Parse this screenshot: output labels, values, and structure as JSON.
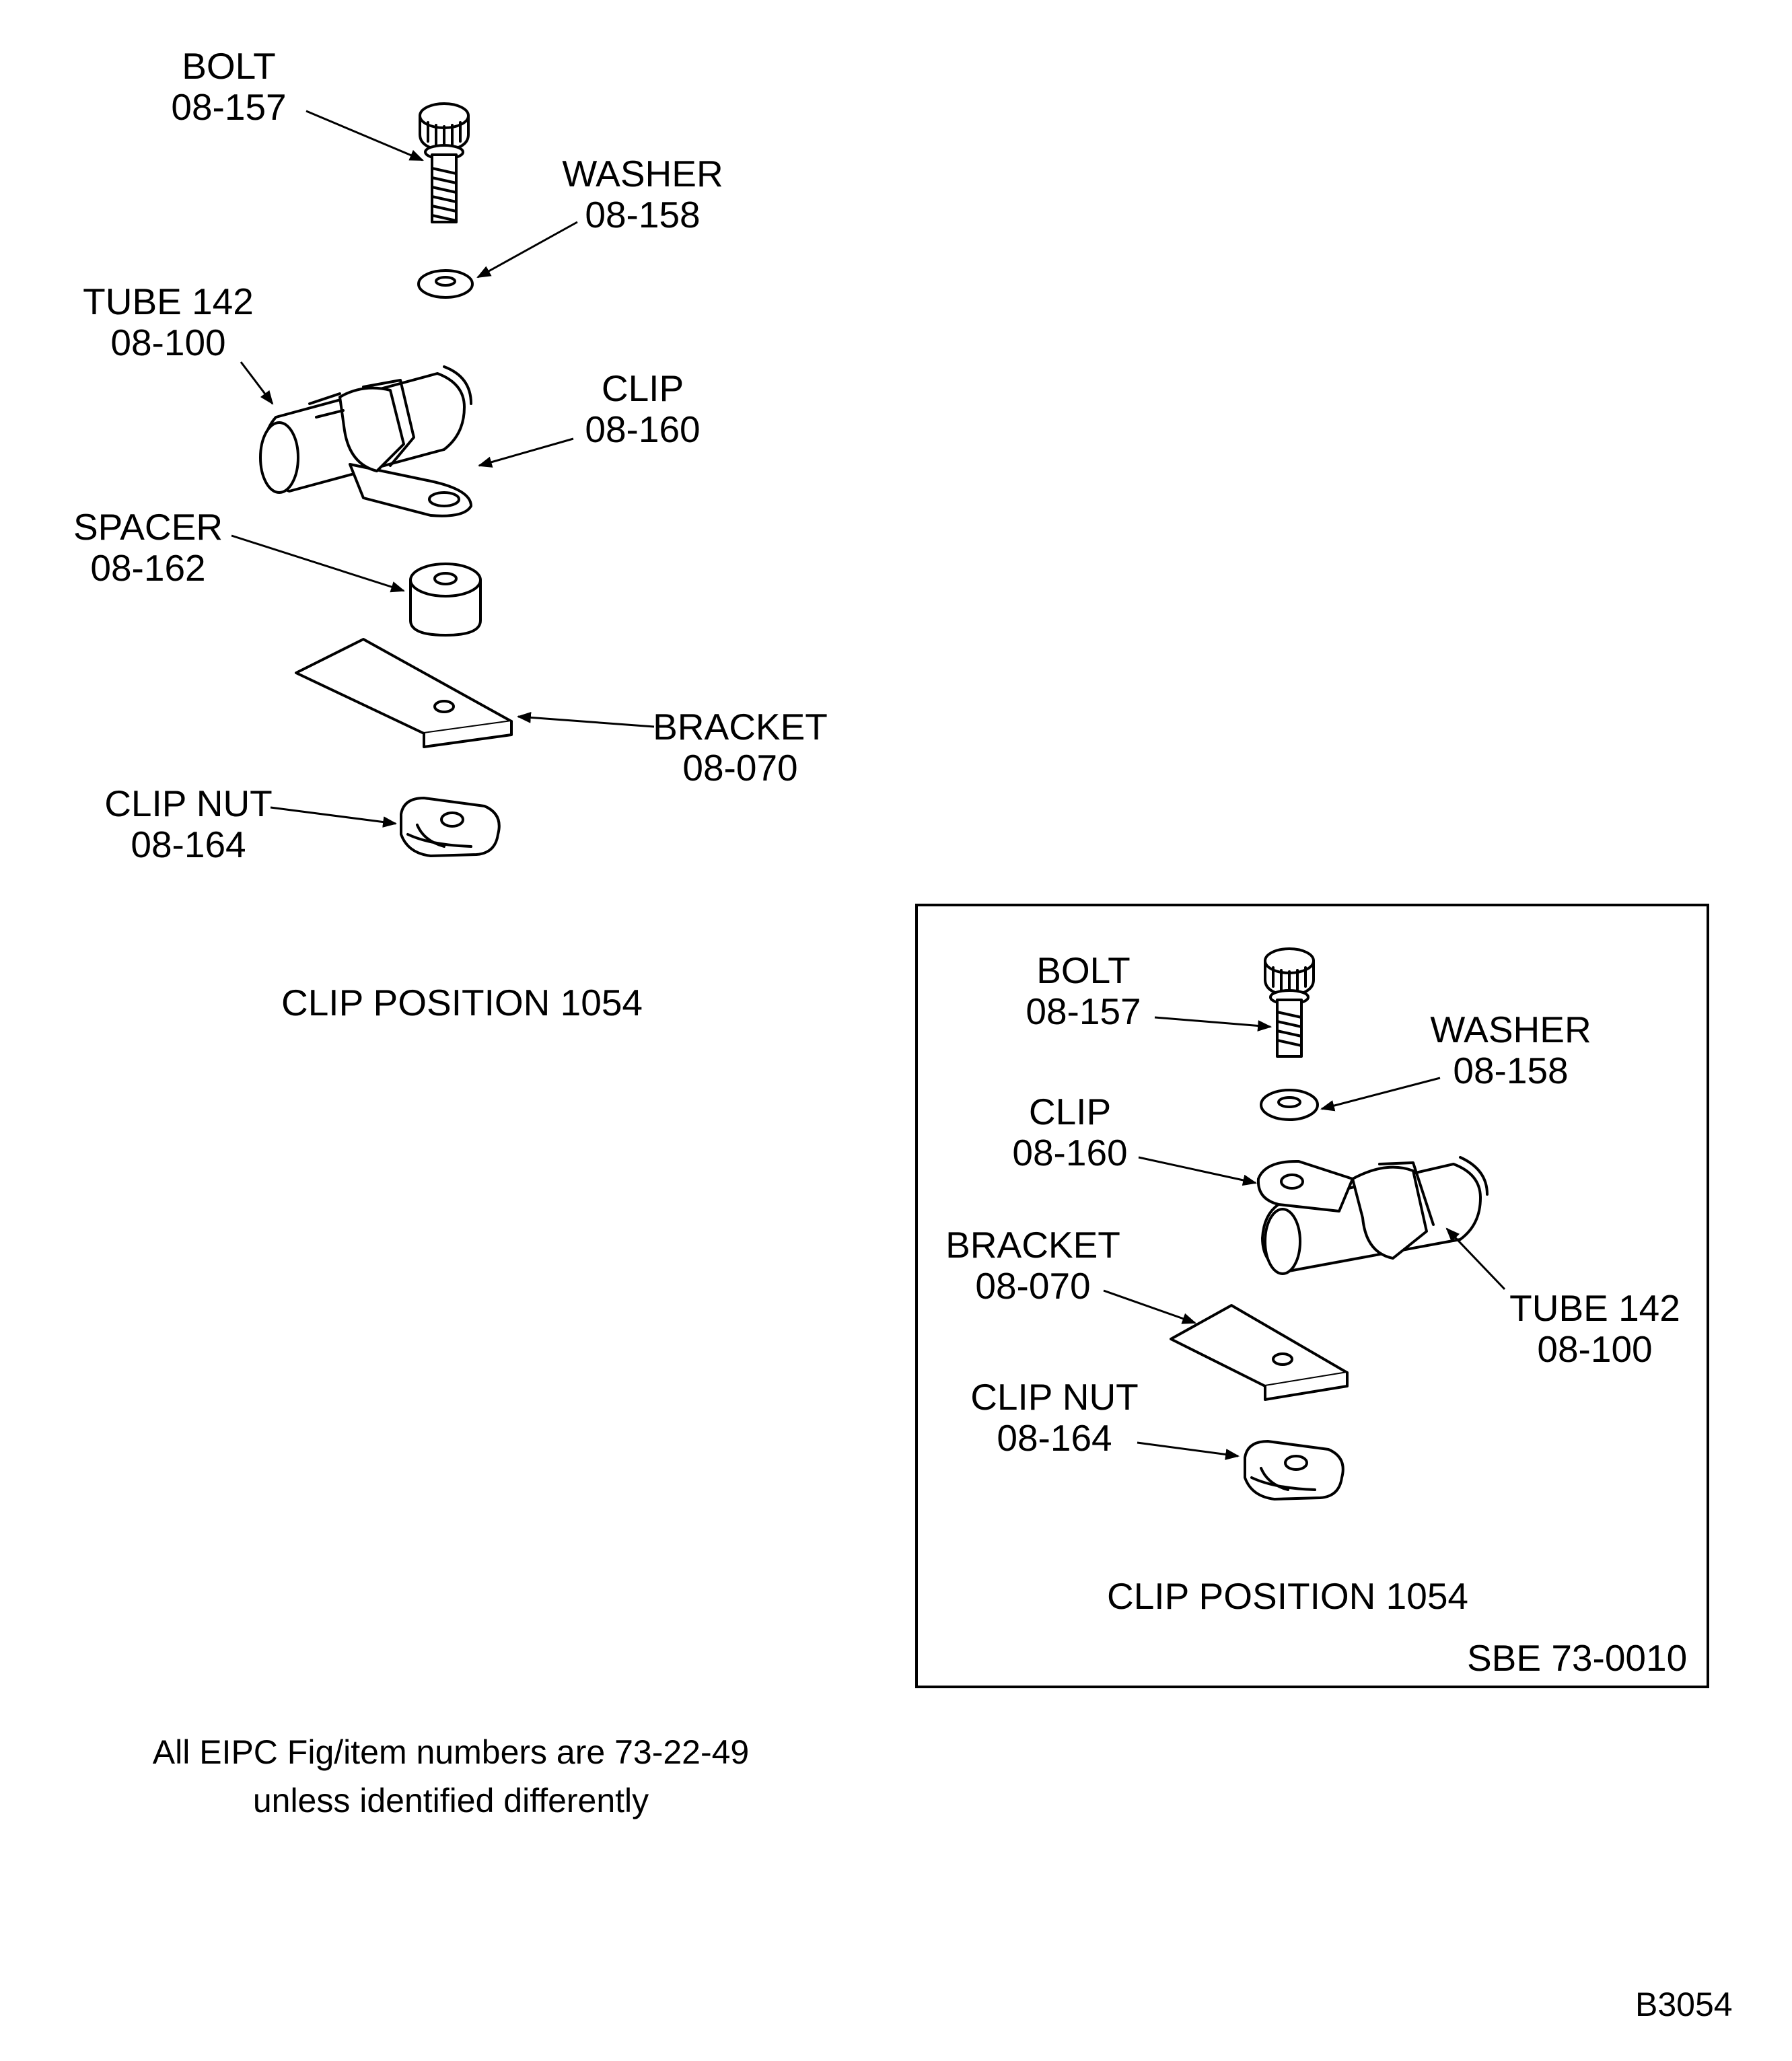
{
  "view_a": {
    "bolt": [
      "BOLT",
      "08-157"
    ],
    "washer": [
      "WASHER",
      "08-158"
    ],
    "tube": [
      "TUBE 142",
      "08-100"
    ],
    "clip": [
      "CLIP",
      "08-160"
    ],
    "spacer": [
      "SPACER",
      "08-162"
    ],
    "bracket": [
      "BRACKET",
      "08-070"
    ],
    "clip_nut": [
      "CLIP NUT",
      "08-164"
    ],
    "caption": "CLIP POSITION 1054"
  },
  "view_b": {
    "bolt": [
      "BOLT",
      "08-157"
    ],
    "washer": [
      "WASHER",
      "08-158"
    ],
    "clip": [
      "CLIP",
      "08-160"
    ],
    "tube": [
      "TUBE 142",
      "08-100"
    ],
    "bracket": [
      "BRACKET",
      "08-070"
    ],
    "clip_nut": [
      "CLIP NUT",
      "08-164"
    ],
    "caption": "CLIP POSITION 1054",
    "reference": "SBE 73-0010"
  },
  "note": [
    "All EIPC Fig/item numbers are 73-22-49",
    "unless identified differently"
  ],
  "figure_id": "B3054"
}
